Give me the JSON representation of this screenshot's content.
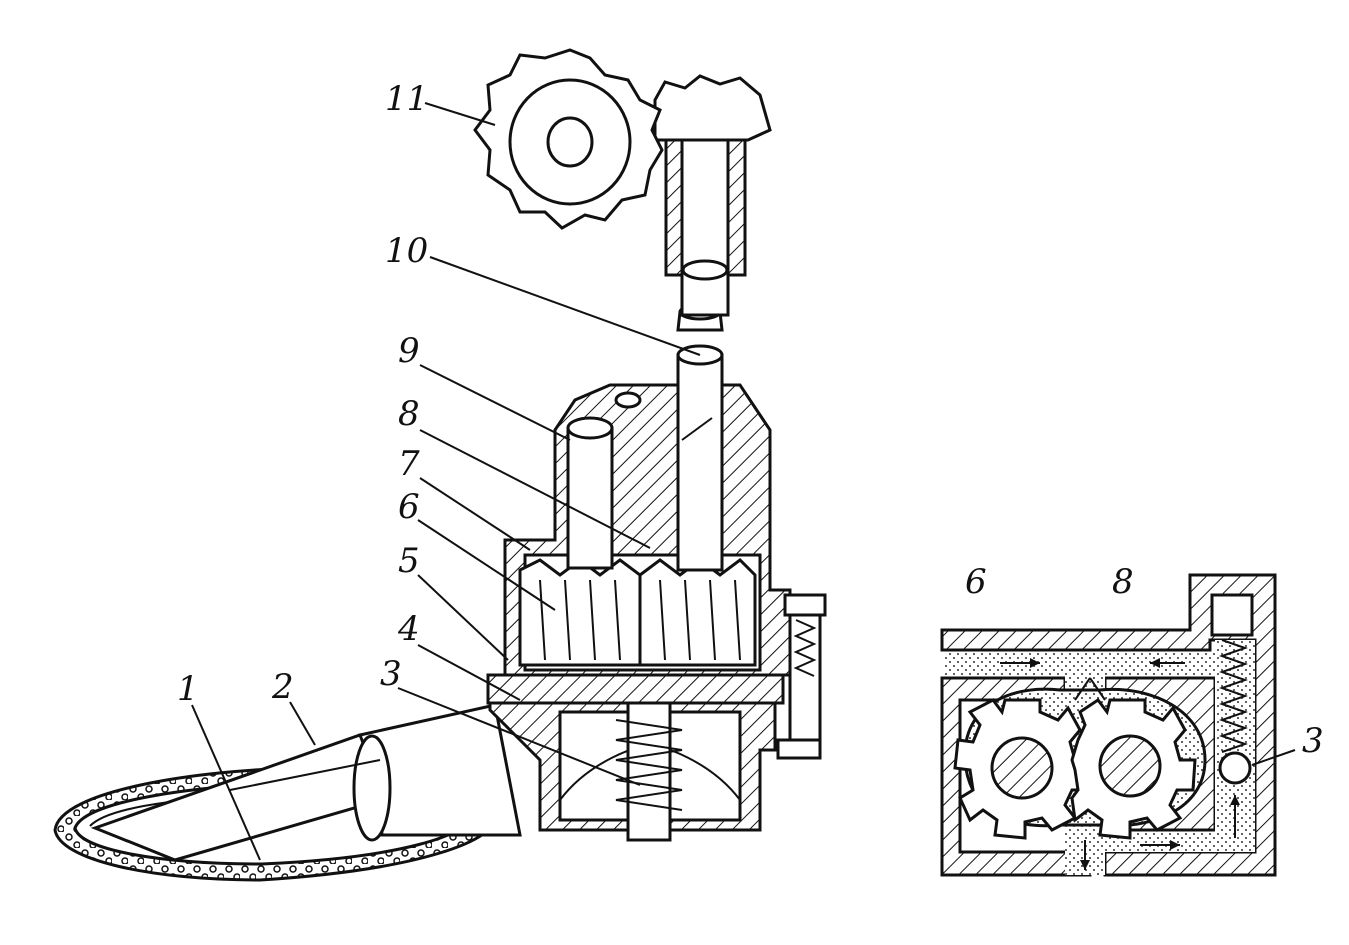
{
  "pump_labels": [
    {
      "id": "1",
      "text": "1"
    },
    {
      "id": "2",
      "text": "2"
    },
    {
      "id": "3",
      "text": "3"
    },
    {
      "id": "4",
      "text": "4"
    },
    {
      "id": "5",
      "text": "5"
    },
    {
      "id": "6",
      "text": "6"
    },
    {
      "id": "7",
      "text": "7"
    },
    {
      "id": "8",
      "text": "8"
    },
    {
      "id": "9",
      "text": "9"
    },
    {
      "id": "10",
      "text": "10"
    },
    {
      "id": "11",
      "text": "11"
    }
  ],
  "schematic_labels": [
    {
      "id": "6",
      "text": "6"
    },
    {
      "id": "8",
      "text": "8"
    },
    {
      "id": "3",
      "text": "3"
    }
  ]
}
